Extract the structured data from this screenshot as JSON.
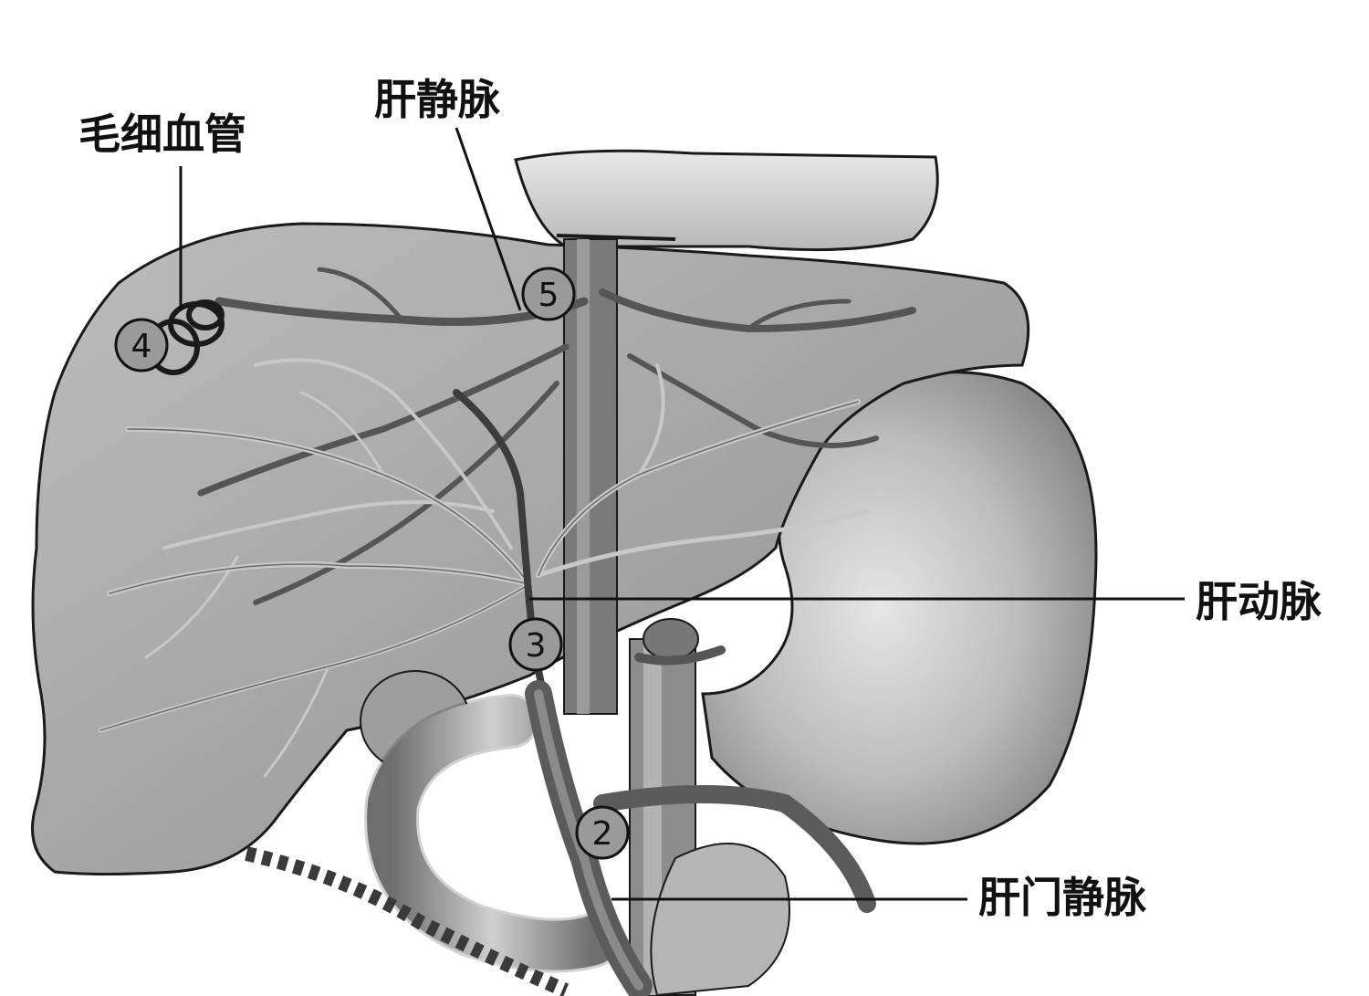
{
  "labels": {
    "capillary": "毛细血管",
    "hepatic_vein": "肝静脉",
    "hepatic_artery": "肝动脉",
    "portal_vein": "肝门静脉"
  },
  "markers": {
    "m2": "2",
    "m3": "3",
    "m4": "4",
    "m5": "5"
  },
  "colors": {
    "outline": "#1a1a1a",
    "liver_fill": "#a9a9a9",
    "stomach_fill": "#bdbdbd",
    "vessel_dark": "#555555",
    "vessel_light": "#c8c8c8",
    "marker_fill": "#9a9a9a"
  }
}
